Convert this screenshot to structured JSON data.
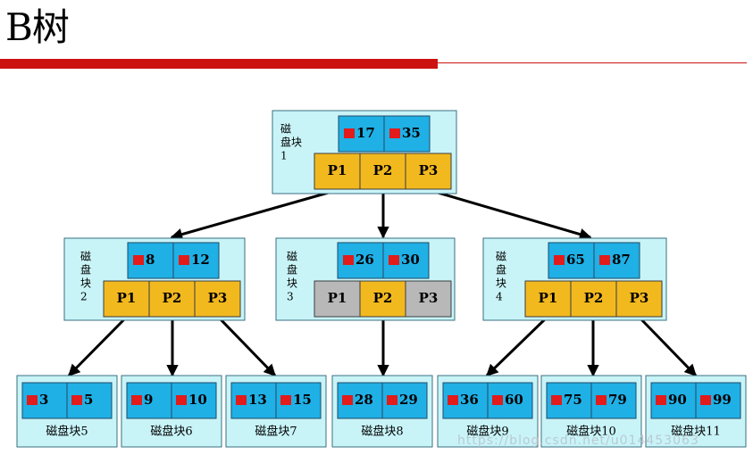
{
  "slide": {
    "title": "B树"
  },
  "colors": {
    "node_bg": "#c8f4f8",
    "key_bg": "#1fb0e6",
    "pointer_bg": "#f2b91f",
    "pointer_inactive_bg": "#b8b8b8",
    "marker": "#e21b1b",
    "accent_rule": "#cc1111",
    "arrow": "#000000"
  },
  "root": {
    "label_lines": [
      "磁",
      "盘块",
      "1"
    ],
    "keys": [
      "17",
      "35"
    ],
    "pointers": [
      "P1",
      "P2",
      "P3"
    ]
  },
  "level2": [
    {
      "label_lines": [
        "磁",
        "盘",
        "块",
        "2"
      ],
      "keys": [
        "8",
        "12"
      ],
      "pointers": [
        "P1",
        "P2",
        "P3"
      ]
    },
    {
      "label_lines": [
        "磁",
        "盘",
        "块",
        "3"
      ],
      "keys": [
        "26",
        "30"
      ],
      "pointers": [
        "P1",
        "P2",
        "P3"
      ],
      "inactive_pointers": [
        "P1",
        "P3"
      ]
    },
    {
      "label_lines": [
        "磁",
        "盘",
        "块",
        "4"
      ],
      "keys": [
        "65",
        "87"
      ],
      "pointers": [
        "P1",
        "P2",
        "P3"
      ]
    }
  ],
  "leaves": [
    {
      "keys": [
        "3",
        "5"
      ],
      "label": "磁盘块5"
    },
    {
      "keys": [
        "9",
        "10"
      ],
      "label": "磁盘块6"
    },
    {
      "keys": [
        "13",
        "15"
      ],
      "label": "磁盘块7"
    },
    {
      "keys": [
        "28",
        "29"
      ],
      "label": "磁盘块8"
    },
    {
      "keys": [
        "36",
        "60"
      ],
      "label": "磁盘块9"
    },
    {
      "keys": [
        "75",
        "79"
      ],
      "label": "磁盘块10"
    },
    {
      "keys": [
        "90",
        "99"
      ],
      "label": "磁盘块11"
    }
  ],
  "watermark": "https://blog.csdn.net/u014453063"
}
